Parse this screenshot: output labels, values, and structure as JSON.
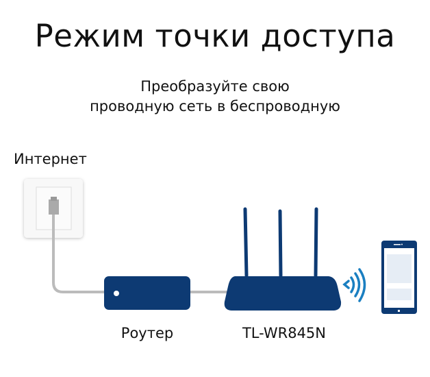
{
  "title": "Режим точки доступа",
  "subtitle": [
    "Преобразуйте свою",
    "проводную сеть в беспроводную"
  ],
  "labels": {
    "internet": "Интернет",
    "router": "Роутер",
    "access_point": "TL-WR845N"
  },
  "colors": {
    "device": "#0d3a73",
    "cable": "#b8b8b8",
    "wifi": "#1a7fc1",
    "plate": "#f7f7f7"
  }
}
